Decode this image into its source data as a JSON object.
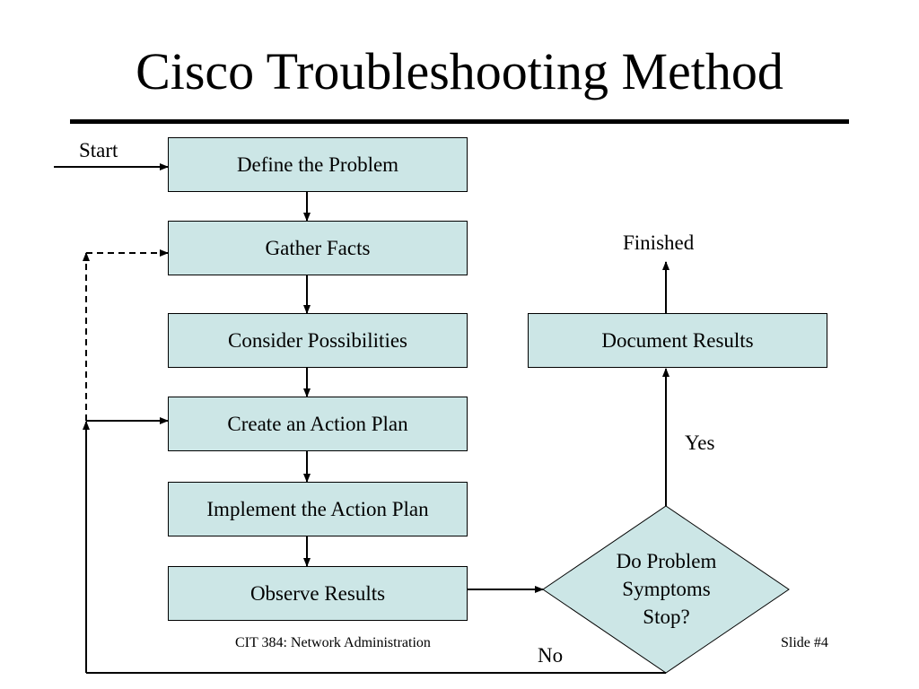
{
  "title": "Cisco Troubleshooting Method",
  "colors": {
    "box_fill": "#cce6e6",
    "line": "#000000"
  },
  "steps": [
    "Define the Problem",
    "Gather Facts",
    "Consider Possibilities",
    "Create an Action Plan",
    "Implement the Action Plan",
    "Observe Results"
  ],
  "decision": {
    "line1": "Do Problem",
    "line2": "Symptoms",
    "line3": "Stop?"
  },
  "document_results": "Document Results",
  "labels": {
    "start": "Start",
    "finished": "Finished",
    "yes": "Yes",
    "no": "No"
  },
  "footer": {
    "course": "CIT 384: Network Administration",
    "slide": "Slide #4"
  }
}
